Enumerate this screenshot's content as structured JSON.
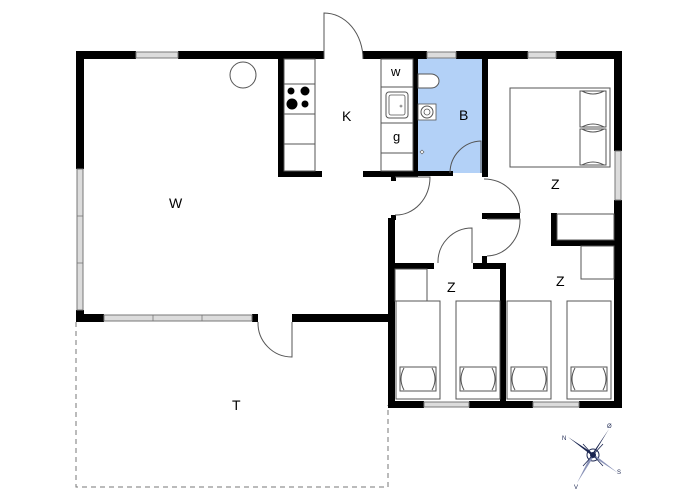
{
  "plan": {
    "type": "floor plan",
    "background": "#ffffff",
    "wall_color": "#000000",
    "bathroom_fill": "#b3d1f7",
    "rooms": [
      {
        "id": "living",
        "label": "W",
        "meaning": "living room"
      },
      {
        "id": "kitchen",
        "label": "K",
        "meaning": "kitchen"
      },
      {
        "id": "washer",
        "label": "w",
        "meaning": "washing machine"
      },
      {
        "id": "dishwasher",
        "label": "g",
        "meaning": "dishwasher"
      },
      {
        "id": "bathroom",
        "label": "B",
        "meaning": "bathroom"
      },
      {
        "id": "bedroom1",
        "label": "Z",
        "meaning": "bedroom with double bed"
      },
      {
        "id": "bedroom2",
        "label": "Z",
        "meaning": "bedroom with two single beds"
      },
      {
        "id": "bedroom3",
        "label": "Z",
        "meaning": "bedroom with two single beds"
      },
      {
        "id": "terrace",
        "label": "T",
        "meaning": "terrace"
      }
    ],
    "compass": {
      "labels": [
        "N",
        "Ø",
        "S",
        "V"
      ]
    }
  }
}
